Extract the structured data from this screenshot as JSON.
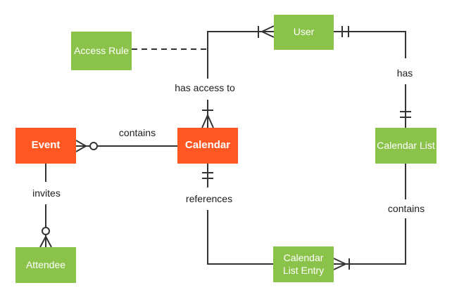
{
  "diagram": {
    "type": "entity-relationship",
    "colors": {
      "entity_orange": "#FF5722",
      "entity_green": "#8BC34A",
      "line": "#333333",
      "label_text": "#1c1c1c",
      "entity_text": "#ffffff"
    },
    "entities": [
      {
        "id": "event",
        "label": "Event",
        "color": "#FF5722",
        "emphasis": "bold"
      },
      {
        "id": "calendar",
        "label": "Calendar",
        "color": "#FF5722",
        "emphasis": "bold"
      },
      {
        "id": "access-rule",
        "label": "Access Rule",
        "color": "#8BC34A",
        "emphasis": "normal"
      },
      {
        "id": "user",
        "label": "User",
        "color": "#8BC34A",
        "emphasis": "normal"
      },
      {
        "id": "calendar-list",
        "label": "Calendar List",
        "color": "#8BC34A",
        "emphasis": "normal"
      },
      {
        "id": "calendar-list-entry",
        "label": "Calendar List Entry",
        "color": "#8BC34A",
        "emphasis": "normal"
      },
      {
        "id": "attendee",
        "label": "Attendee",
        "color": "#8BC34A",
        "emphasis": "normal"
      }
    ],
    "relationships": [
      {
        "label": "contains",
        "from": "calendar",
        "to": "event",
        "from_cardinality": "none",
        "to_cardinality": "zero-or-many",
        "style": "solid"
      },
      {
        "label": "has access to",
        "from": "calendar",
        "to": "user",
        "from_cardinality": "one-or-many",
        "to_cardinality": "one-or-many",
        "style": "solid"
      },
      {
        "label": "",
        "from": "access-rule",
        "to": "has-access-to-edge",
        "from_cardinality": "none",
        "to_cardinality": "none",
        "style": "dashed"
      },
      {
        "label": "has",
        "from": "user",
        "to": "calendar-list",
        "from_cardinality": "one-and-only-one",
        "to_cardinality": "one-and-only-one",
        "style": "solid"
      },
      {
        "label": "contains",
        "from": "calendar-list",
        "to": "calendar-list-entry",
        "from_cardinality": "none",
        "to_cardinality": "one-or-many",
        "style": "solid"
      },
      {
        "label": "references",
        "from": "calendar",
        "to": "calendar-list-entry",
        "from_cardinality": "one-and-only-one",
        "to_cardinality": "none",
        "style": "solid"
      },
      {
        "label": "invites",
        "from": "event",
        "to": "attendee",
        "from_cardinality": "none",
        "to_cardinality": "zero-or-many",
        "style": "solid"
      }
    ]
  }
}
